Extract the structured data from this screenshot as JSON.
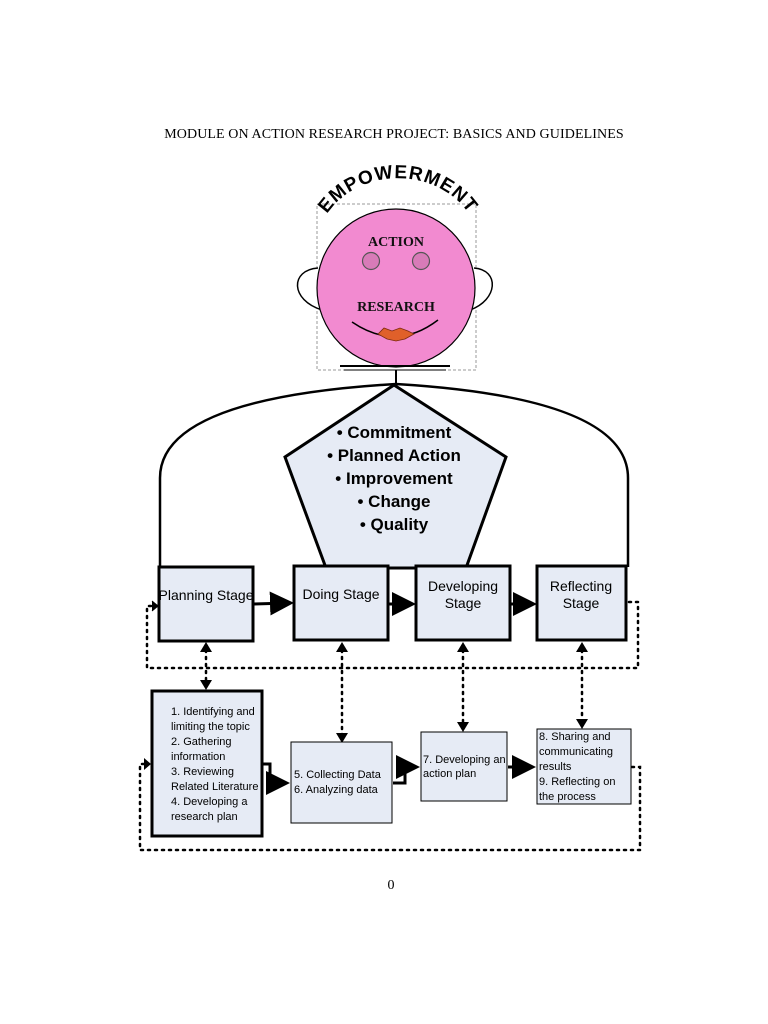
{
  "header": {
    "title": "MODULE ON ACTION RESEARCH PROJECT: BASICS AND GUIDELINES"
  },
  "face": {
    "arc_text": "EMPOWERMENT",
    "top_label": "ACTION",
    "bottom_label": "RESEARCH"
  },
  "pentagon": {
    "items": [
      "Commitment",
      "Planned Action",
      "Improvement",
      "Change",
      "Quality"
    ]
  },
  "stages": [
    {
      "line1": "Planning Stage",
      "line2": ""
    },
    {
      "line1": "Doing Stage",
      "line2": ""
    },
    {
      "line1": "Developing",
      "line2": "Stage"
    },
    {
      "line1": "Reflecting",
      "line2": "Stage"
    }
  ],
  "steps": {
    "planning": [
      "1. Identifying and",
      "limiting the topic",
      "2. Gathering",
      "information",
      "3. Reviewing",
      "Related Literature",
      "4. Developing a",
      "research plan"
    ],
    "doing": [
      "5. Collecting Data",
      "6. Analyzing data"
    ],
    "developing": [
      "7. Developing an",
      "action plan"
    ],
    "reflecting": [
      "8. Sharing and",
      "communicating",
      "results",
      "9. Reflecting on",
      "the process"
    ]
  },
  "footer": {
    "page_number": "0"
  },
  "colors": {
    "face": "#F28AD0",
    "box_fill": "#E6EBF5",
    "mouth": "#E0602A"
  }
}
